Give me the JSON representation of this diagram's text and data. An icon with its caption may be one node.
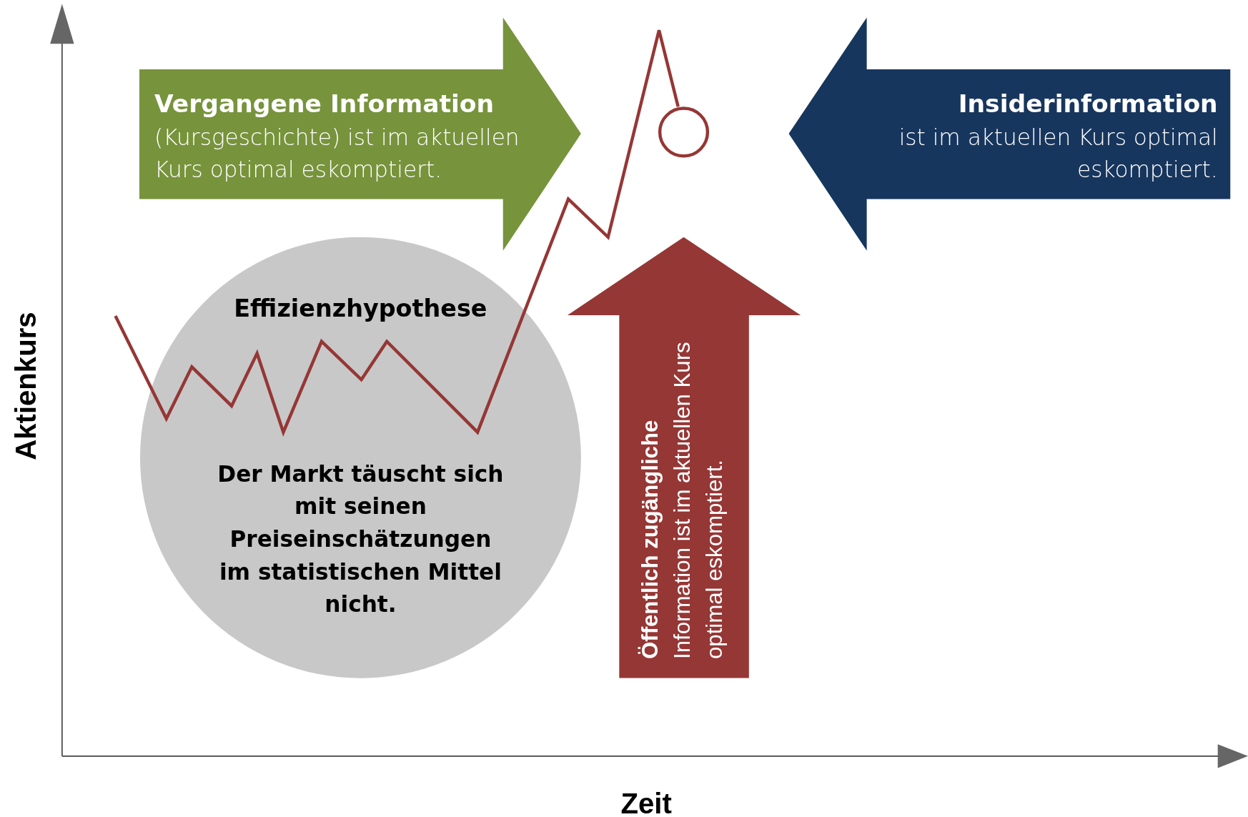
{
  "diagram": {
    "nodes": [
      {
        "text": [
          "Vergangene Information",
          "(Kursgeschichte) ist im aktuellen Kurs optimal eskomptiert."
        ]
      },
      {
        "text": [
          "Insiderinformation",
          "ist im aktuellen Kurs optimal eskomptiert."
        ]
      },
      {
        "text": [
          "Effizienzhypothese",
          "Der Markt täuscht sich mit seinen Preiseinschätzungen im statistischen Mittel nicht."
        ]
      },
      {
        "text": [
          "Öffentlich zugängliche",
          "Information ist im aktuellen Kurs optimal eskomptiert."
        ]
      }
    ],
    "labels": [
      "Aktienkurs",
      "Zeit"
    ]
  }
}
